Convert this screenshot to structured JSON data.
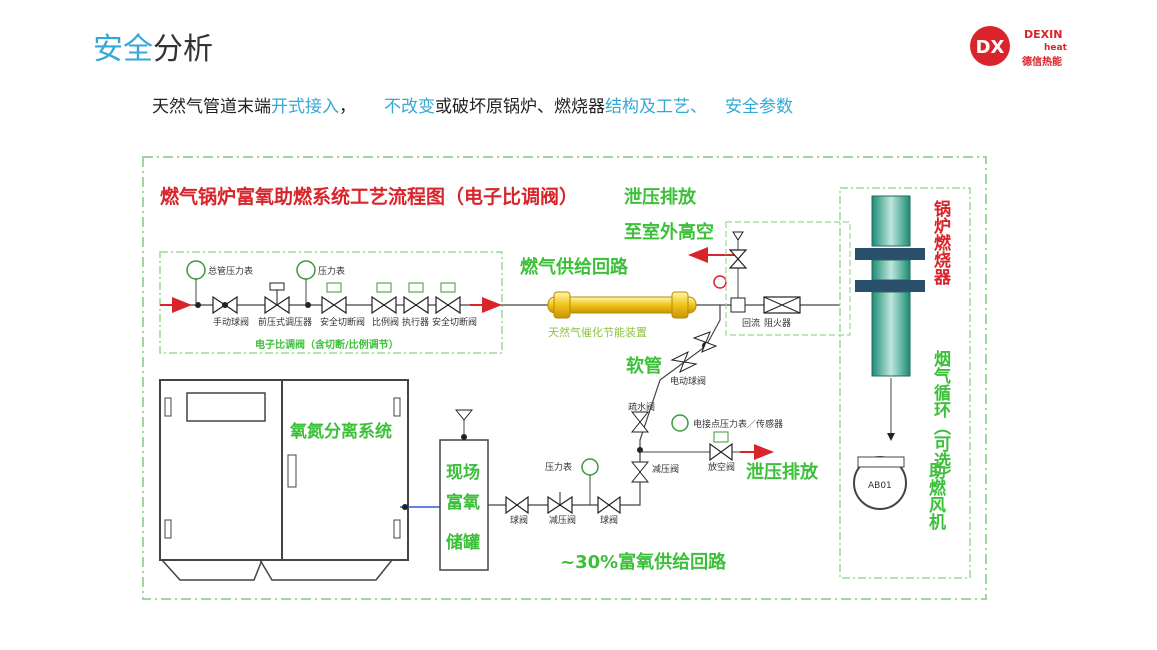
{
  "header": {
    "title_part1": "安全",
    "title_part2": "分析",
    "colors": {
      "accent": "#35a9d6",
      "red": "#d8242a",
      "green": "#3cc03a"
    }
  },
  "subtitle": {
    "seg1": "天然气管道末端",
    "seg2": "开式接入",
    "seg3": "，",
    "seg4": "不改变",
    "seg5": "或破坏原锅炉、燃烧器",
    "seg6": "结构及工艺、",
    "seg7": "安全参数"
  },
  "logo": {
    "mark": "DX",
    "brand": "DEXIN",
    "sub": "heat",
    "cn": "德信热能"
  },
  "diagram": {
    "title": "燃气锅炉富氧助燃系统工艺流程图（电子比调阀）",
    "vent_top_1": "泄压排放",
    "vent_top_2": "至室外高空",
    "gas_loop": "燃气供给回路",
    "catalyst_device": "天然气催化节能装置",
    "ratio_valve_group": "电子比调阀（含切断/比例调节）",
    "hose": "软管",
    "oxygen_system": "氧氮分离系统",
    "tank": [
      "现场",
      "富氧",
      "储罐"
    ],
    "vent_right": "泄压排放",
    "oxygen_loop": "~30%富氧供给回路",
    "boiler_burner": "锅炉燃烧器",
    "flue_gas": "烟气循环（可选）",
    "fan": "助燃风机",
    "fan_code": "AB01",
    "contact_gauge": "电接点压力表／传感器",
    "gauges": [
      "总管压力表",
      "压力表",
      "压力表"
    ],
    "valves": [
      "手动球阀",
      "前压式调压器",
      "安全切断阀",
      "比例阀",
      "执行器",
      "安全切断阀",
      "回流",
      "阻火器",
      "球阀",
      "减压阀",
      "球阀",
      "减压阀",
      "放空阀",
      "电动球阀",
      "疏水阀"
    ]
  }
}
